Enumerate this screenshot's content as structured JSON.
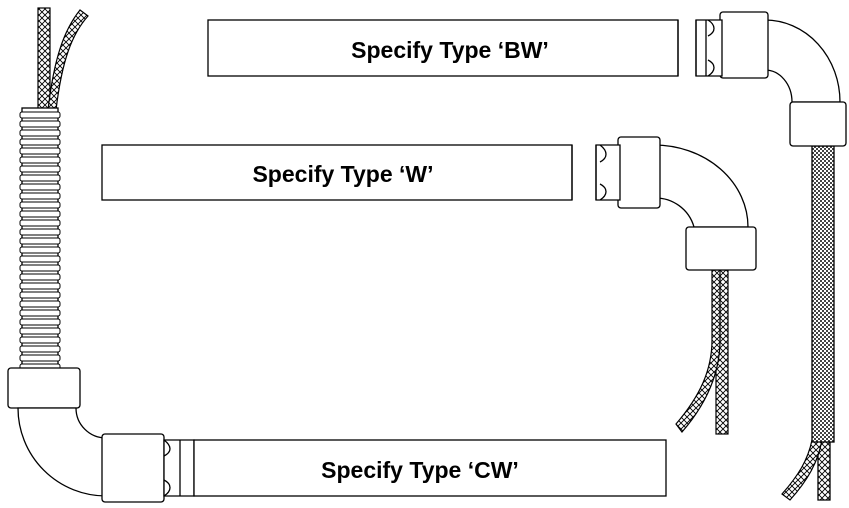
{
  "diagram": {
    "heater_bw": {
      "label": "Specify Type ‘BW’"
    },
    "heater_w": {
      "label": "Specify Type ‘W’"
    },
    "heater_cw": {
      "label": "Specify Type ‘CW’"
    }
  },
  "colors": {
    "line": "#000000",
    "fill": "#ffffff",
    "braid_dark": "#555555"
  }
}
